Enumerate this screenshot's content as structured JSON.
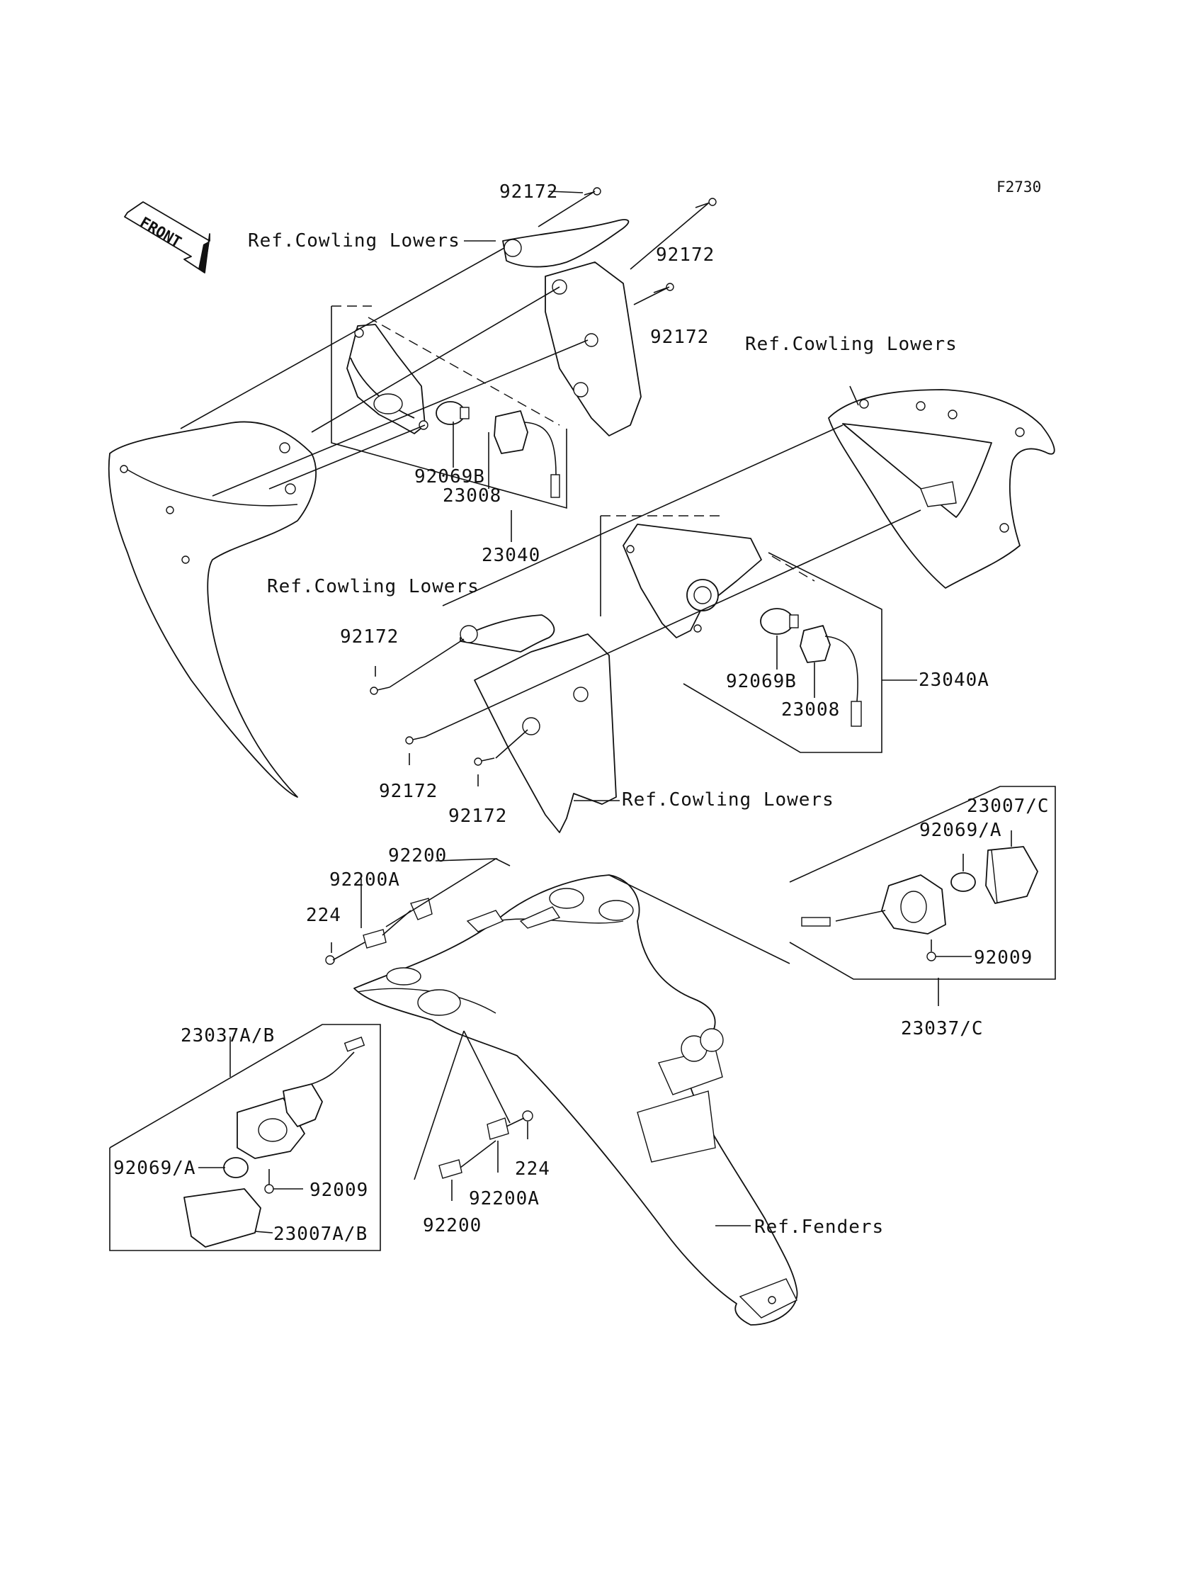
{
  "figure_code": "F2730",
  "front_arrow_text": "FRONT",
  "labels": {
    "p92172_top": "92172",
    "p92172_right1": "92172",
    "p92172_right2": "92172",
    "p92172_mid": "92172",
    "p92172_low1": "92172",
    "p92172_low2": "92172",
    "ref_cowling_top": "Ref.Cowling Lowers",
    "ref_cowling_right": "Ref.Cowling Lowers",
    "ref_cowling_left": "Ref.Cowling Lowers",
    "ref_cowling_bottom": "Ref.Cowling Lowers",
    "p92069B_left": "92069B",
    "p23008_left": "23008",
    "p23040": "23040",
    "p92069B_right": "92069B",
    "p23008_right": "23008",
    "p23040A": "23040A",
    "p23007C": "23007/C",
    "p92069A_right": "92069/A",
    "p92009_right": "92009",
    "p23037C": "23037/C",
    "p92200_top": "92200",
    "p92200A_top": "92200A",
    "p224_top": "224",
    "p23037AB": "23037A/B",
    "p92069A_left": "92069/A",
    "p92009_left": "92009",
    "p23007AB": "23007A/B",
    "p224_bottom": "224",
    "p92200A_bottom": "92200A",
    "p92200_bottom": "92200",
    "ref_fenders": "Ref.Fenders"
  }
}
